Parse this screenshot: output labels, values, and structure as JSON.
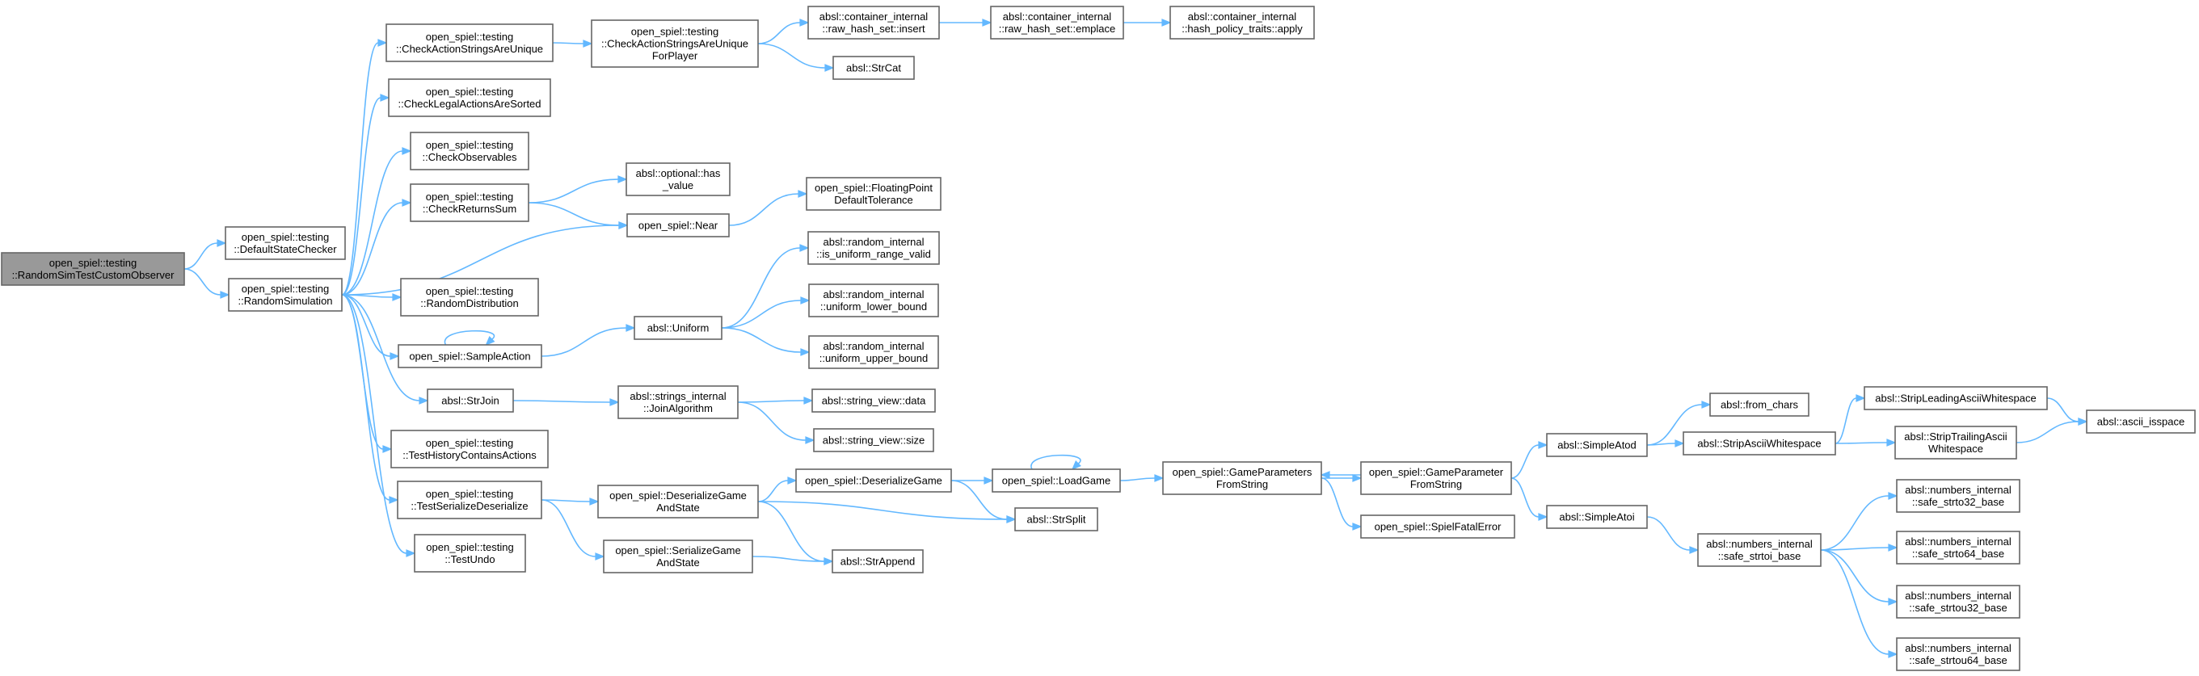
{
  "graph": {
    "nodes": [
      {
        "id": "root",
        "lines": [
          "open_spiel::testing",
          "::RandomSimTestCustomObserver"
        ]
      },
      {
        "id": "defaultStateChecker",
        "lines": [
          "open_spiel::testing",
          "::DefaultStateChecker"
        ]
      },
      {
        "id": "randomSimulation",
        "lines": [
          "open_spiel::testing",
          "::RandomSimulation"
        ]
      },
      {
        "id": "checkActionStringsAreUnique",
        "lines": [
          "open_spiel::testing",
          "::CheckActionStringsAreUnique"
        ]
      },
      {
        "id": "checkLegalActionsAreSorted",
        "lines": [
          "open_spiel::testing",
          "::CheckLegalActionsAreSorted"
        ]
      },
      {
        "id": "checkObservables",
        "lines": [
          "open_spiel::testing",
          "::CheckObservables"
        ]
      },
      {
        "id": "checkReturnsSum",
        "lines": [
          "open_spiel::testing",
          "::CheckReturnsSum"
        ]
      },
      {
        "id": "randomDistribution",
        "lines": [
          "open_spiel::testing",
          "::RandomDistribution"
        ]
      },
      {
        "id": "sampleAction",
        "lines": [
          "open_spiel::SampleAction"
        ]
      },
      {
        "id": "strJoin",
        "lines": [
          "absl::StrJoin"
        ]
      },
      {
        "id": "testHistoryContainsActions",
        "lines": [
          "open_spiel::testing",
          "::TestHistoryContainsActions"
        ]
      },
      {
        "id": "testSerializeDeserialize",
        "lines": [
          "open_spiel::testing",
          "::TestSerializeDeserialize"
        ]
      },
      {
        "id": "testUndo",
        "lines": [
          "open_spiel::testing",
          "::TestUndo"
        ]
      },
      {
        "id": "checkActionStringsAreUniqueForPlayer",
        "lines": [
          "open_spiel::testing",
          "::CheckActionStringsAreUnique",
          "ForPlayer"
        ]
      },
      {
        "id": "rawHashSetInsert",
        "lines": [
          "absl::container_internal",
          "::raw_hash_set::insert"
        ]
      },
      {
        "id": "rawHashSetEmplace",
        "lines": [
          "absl::container_internal",
          "::raw_hash_set::emplace"
        ]
      },
      {
        "id": "hashPolicyTraitsApply",
        "lines": [
          "absl::container_internal",
          "::hash_policy_traits::apply"
        ]
      },
      {
        "id": "strCat",
        "lines": [
          "absl::StrCat"
        ]
      },
      {
        "id": "optionalHasValue",
        "lines": [
          "absl::optional::has",
          "_value"
        ]
      },
      {
        "id": "near",
        "lines": [
          "open_spiel::Near"
        ]
      },
      {
        "id": "floatingPointDefaultTolerance",
        "lines": [
          "open_spiel::FloatingPoint",
          "DefaultTolerance"
        ]
      },
      {
        "id": "isUniformRangeValid",
        "lines": [
          "absl::random_internal",
          "::is_uniform_range_valid"
        ]
      },
      {
        "id": "uniform",
        "lines": [
          "absl::Uniform"
        ]
      },
      {
        "id": "uniformLowerBound",
        "lines": [
          "absl::random_internal",
          "::uniform_lower_bound"
        ]
      },
      {
        "id": "uniformUpperBound",
        "lines": [
          "absl::random_internal",
          "::uniform_upper_bound"
        ]
      },
      {
        "id": "joinAlgorithm",
        "lines": [
          "absl::strings_internal",
          "::JoinAlgorithm"
        ]
      },
      {
        "id": "stringViewData",
        "lines": [
          "absl::string_view::data"
        ]
      },
      {
        "id": "stringViewSize",
        "lines": [
          "absl::string_view::size"
        ]
      },
      {
        "id": "deserializeGameAndState",
        "lines": [
          "open_spiel::DeserializeGame",
          "AndState"
        ]
      },
      {
        "id": "serializeGameAndState",
        "lines": [
          "open_spiel::SerializeGame",
          "AndState"
        ]
      },
      {
        "id": "deserializeGame",
        "lines": [
          "open_spiel::DeserializeGame"
        ]
      },
      {
        "id": "strSplit",
        "lines": [
          "absl::StrSplit"
        ]
      },
      {
        "id": "strAppend",
        "lines": [
          "absl::StrAppend"
        ]
      },
      {
        "id": "loadGame",
        "lines": [
          "open_spiel::LoadGame"
        ]
      },
      {
        "id": "gameParametersFromString",
        "lines": [
          "open_spiel::GameParameters",
          "FromString"
        ]
      },
      {
        "id": "gameParameterFromString",
        "lines": [
          "open_spiel::GameParameter",
          "FromString"
        ]
      },
      {
        "id": "spielFatalError",
        "lines": [
          "open_spiel::SpielFatalError"
        ]
      },
      {
        "id": "simpleAtod",
        "lines": [
          "absl::SimpleAtod"
        ]
      },
      {
        "id": "simpleAtoi",
        "lines": [
          "absl::SimpleAtoi"
        ]
      },
      {
        "id": "fromChars",
        "lines": [
          "absl::from_chars"
        ]
      },
      {
        "id": "stripAsciiWhitespace",
        "lines": [
          "absl::StripAsciiWhitespace"
        ]
      },
      {
        "id": "stripLeadingAsciiWhitespace",
        "lines": [
          "absl::StripLeadingAsciiWhitespace"
        ]
      },
      {
        "id": "stripTrailingAsciiWhitespace",
        "lines": [
          "absl::StripTrailingAscii",
          "Whitespace"
        ]
      },
      {
        "id": "asciiIsspace",
        "lines": [
          "absl::ascii_isspace"
        ]
      },
      {
        "id": "safeStrtoiBase",
        "lines": [
          "absl::numbers_internal",
          "::safe_strtoi_base"
        ]
      },
      {
        "id": "safeStrto32Base",
        "lines": [
          "absl::numbers_internal",
          "::safe_strto32_base"
        ]
      },
      {
        "id": "safeStrto64Base",
        "lines": [
          "absl::numbers_internal",
          "::safe_strto64_base"
        ]
      },
      {
        "id": "safeStrtou32Base",
        "lines": [
          "absl::numbers_internal",
          "::safe_strtou32_base"
        ]
      },
      {
        "id": "safeStrtou64Base",
        "lines": [
          "absl::numbers_internal",
          "::safe_strtou64_base"
        ]
      }
    ],
    "edges": [
      [
        "root",
        "defaultStateChecker"
      ],
      [
        "root",
        "randomSimulation"
      ],
      [
        "randomSimulation",
        "checkActionStringsAreUnique"
      ],
      [
        "randomSimulation",
        "checkLegalActionsAreSorted"
      ],
      [
        "randomSimulation",
        "checkObservables"
      ],
      [
        "randomSimulation",
        "checkReturnsSum"
      ],
      [
        "randomSimulation",
        "near"
      ],
      [
        "randomSimulation",
        "randomDistribution"
      ],
      [
        "randomSimulation",
        "sampleAction"
      ],
      [
        "randomSimulation",
        "strJoin"
      ],
      [
        "randomSimulation",
        "testHistoryContainsActions"
      ],
      [
        "randomSimulation",
        "testSerializeDeserialize"
      ],
      [
        "randomSimulation",
        "testUndo"
      ],
      [
        "checkActionStringsAreUnique",
        "checkActionStringsAreUniqueForPlayer"
      ],
      [
        "checkActionStringsAreUniqueForPlayer",
        "rawHashSetInsert"
      ],
      [
        "checkActionStringsAreUniqueForPlayer",
        "strCat"
      ],
      [
        "rawHashSetInsert",
        "rawHashSetEmplace"
      ],
      [
        "rawHashSetEmplace",
        "hashPolicyTraitsApply"
      ],
      [
        "checkReturnsSum",
        "optionalHasValue"
      ],
      [
        "checkReturnsSum",
        "near"
      ],
      [
        "near",
        "floatingPointDefaultTolerance"
      ],
      [
        "sampleAction",
        "sampleAction"
      ],
      [
        "sampleAction",
        "uniform"
      ],
      [
        "uniform",
        "isUniformRangeValid"
      ],
      [
        "uniform",
        "uniformLowerBound"
      ],
      [
        "uniform",
        "uniformUpperBound"
      ],
      [
        "strJoin",
        "joinAlgorithm"
      ],
      [
        "joinAlgorithm",
        "stringViewData"
      ],
      [
        "joinAlgorithm",
        "stringViewSize"
      ],
      [
        "testSerializeDeserialize",
        "deserializeGameAndState"
      ],
      [
        "testSerializeDeserialize",
        "serializeGameAndState"
      ],
      [
        "deserializeGameAndState",
        "deserializeGame"
      ],
      [
        "deserializeGameAndState",
        "strSplit"
      ],
      [
        "deserializeGameAndState",
        "strAppend"
      ],
      [
        "serializeGameAndState",
        "strAppend"
      ],
      [
        "deserializeGame",
        "loadGame"
      ],
      [
        "deserializeGame",
        "strSplit"
      ],
      [
        "loadGame",
        "loadGame"
      ],
      [
        "loadGame",
        "gameParametersFromString"
      ],
      [
        "gameParametersFromString",
        "gameParameterFromString"
      ],
      [
        "gameParametersFromString",
        "spielFatalError"
      ],
      [
        "gameParameterFromString",
        "gameParametersFromString"
      ],
      [
        "gameParameterFromString",
        "simpleAtod"
      ],
      [
        "gameParameterFromString",
        "simpleAtoi"
      ],
      [
        "simpleAtod",
        "fromChars"
      ],
      [
        "simpleAtod",
        "stripAsciiWhitespace"
      ],
      [
        "stripAsciiWhitespace",
        "stripLeadingAsciiWhitespace"
      ],
      [
        "stripAsciiWhitespace",
        "stripTrailingAsciiWhitespace"
      ],
      [
        "stripLeadingAsciiWhitespace",
        "asciiIsspace"
      ],
      [
        "stripTrailingAsciiWhitespace",
        "asciiIsspace"
      ],
      [
        "simpleAtoi",
        "safeStrtoiBase"
      ],
      [
        "safeStrtoiBase",
        "safeStrto32Base"
      ],
      [
        "safeStrtoiBase",
        "safeStrto64Base"
      ],
      [
        "safeStrtoiBase",
        "safeStrtou32Base"
      ],
      [
        "safeStrtoiBase",
        "safeStrtou64Base"
      ]
    ]
  },
  "colors": {
    "edge": "#63b8ff",
    "node_border": "#666666",
    "node_fill": "#ffffff",
    "root_fill": "#999999"
  }
}
